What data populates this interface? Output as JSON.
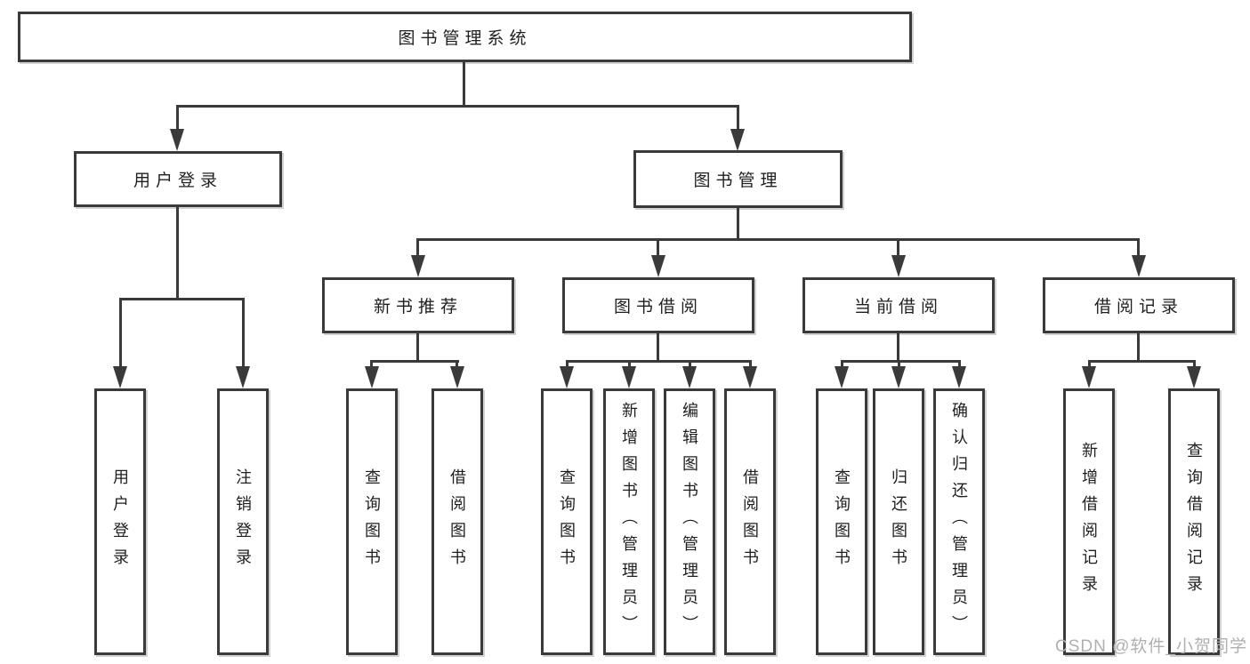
{
  "tree": {
    "root": "图书管理系统",
    "children": [
      {
        "label": "用户登录",
        "children": [
          "用户登录",
          "注销登录"
        ]
      },
      {
        "label": "图书管理",
        "children": [
          {
            "label": "新书推荐",
            "children": [
              "查询图书",
              "借阅图书"
            ]
          },
          {
            "label": "图书借阅",
            "children": [
              "查询图书",
              "新增图书（管理员）",
              "编辑图书（管理员）",
              "借阅图书"
            ]
          },
          {
            "label": "当前借阅",
            "children": [
              "查询图书",
              "归还图书",
              "确认归还（管理员）"
            ]
          },
          {
            "label": "借阅记录",
            "children": [
              "新增借阅记录",
              "查询借阅记录"
            ]
          }
        ]
      }
    ]
  },
  "watermark": "CSDN @软件_小贺同学",
  "colors": {
    "line": "#3a3a3a",
    "text": "#1f1f1f",
    "watermark": "#b0b0b0",
    "background": "#ffffff"
  }
}
